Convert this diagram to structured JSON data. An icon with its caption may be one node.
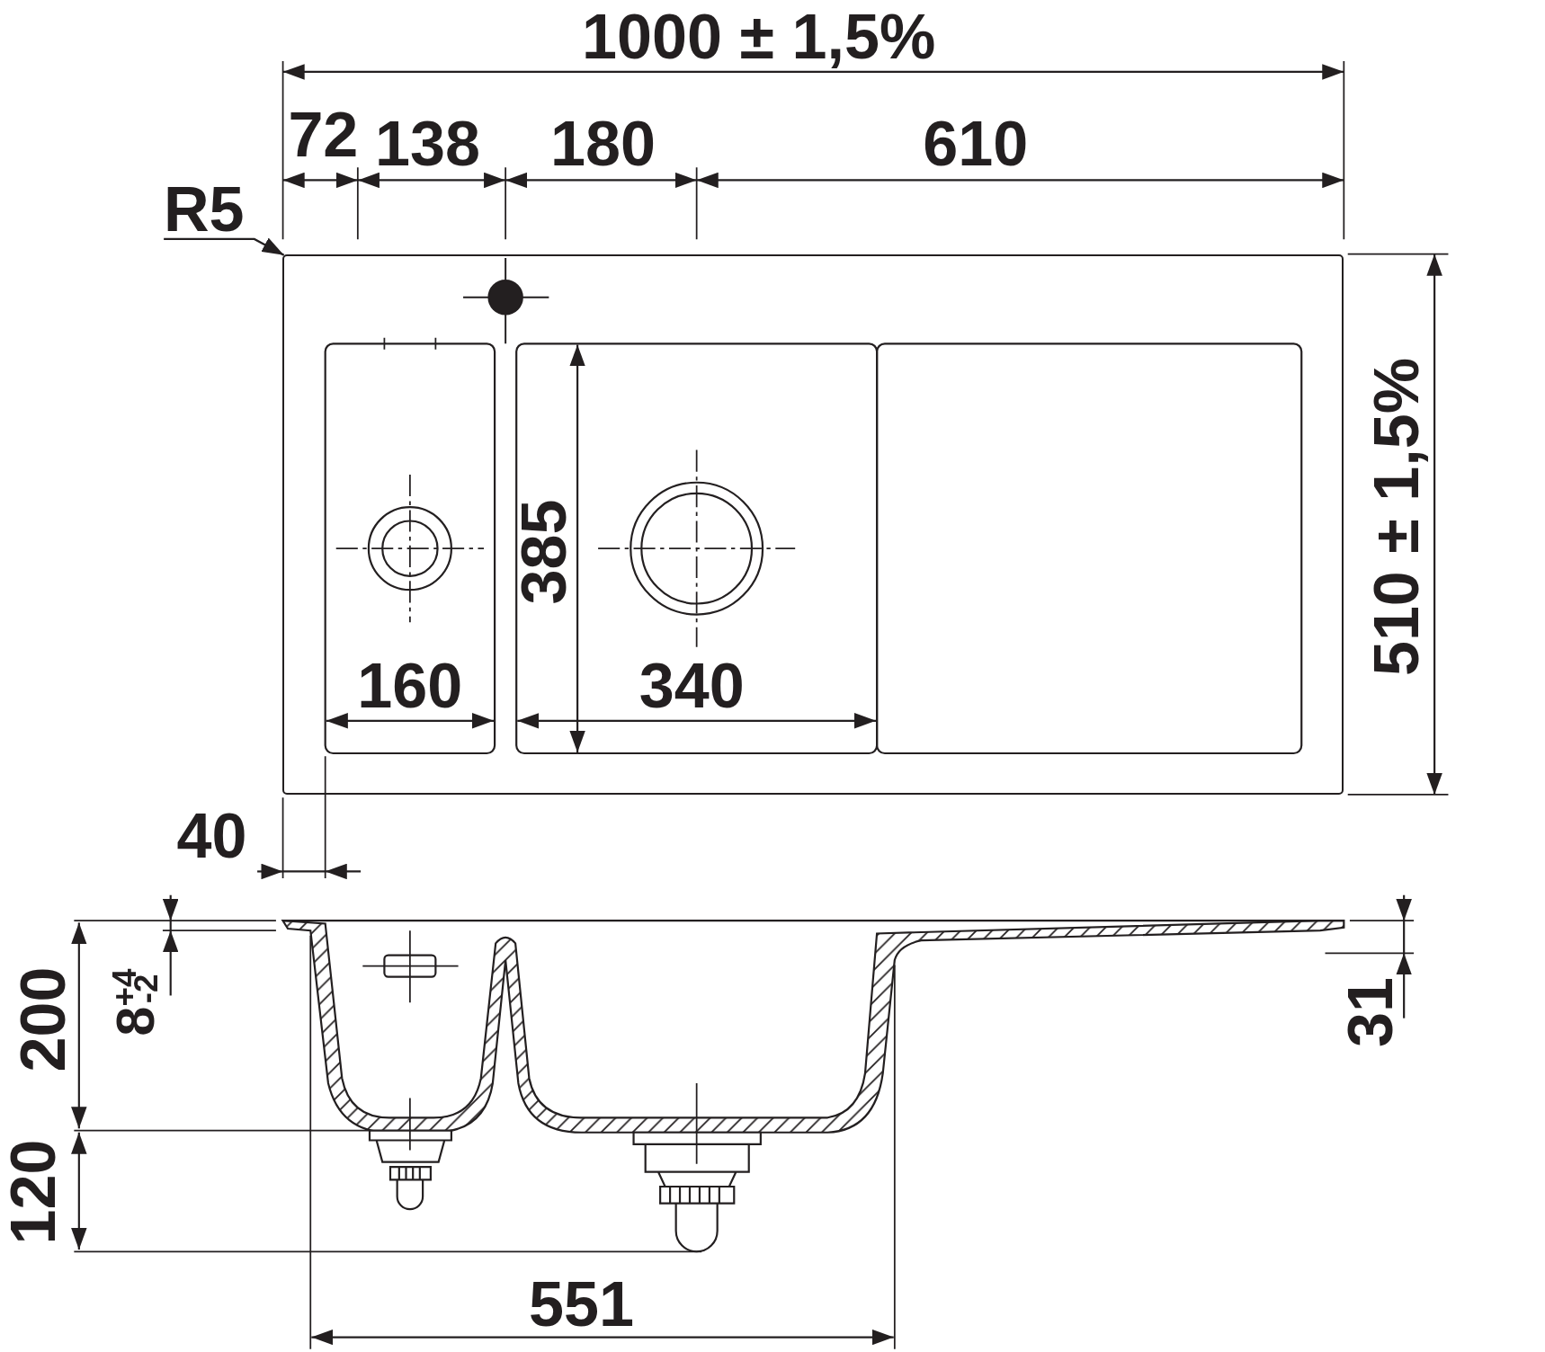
{
  "diagram": {
    "nodes": [
      {
        "text": [
          "R5"
        ]
      },
      {
        "text": [],
        "shape": "box"
      }
    ],
    "edges": [
      {
        "from": 0,
        "to": 1,
        "arrow": "to"
      }
    ],
    "labels": [
      "1000 ± 1,5%",
      "72",
      "138",
      "180",
      "610",
      "385",
      "160",
      "340",
      "510 ± 1,5%",
      "40",
      "200",
      "8$^{+4}$$_{-2}$",
      "31",
      "120",
      "551"
    ]
  }
}
